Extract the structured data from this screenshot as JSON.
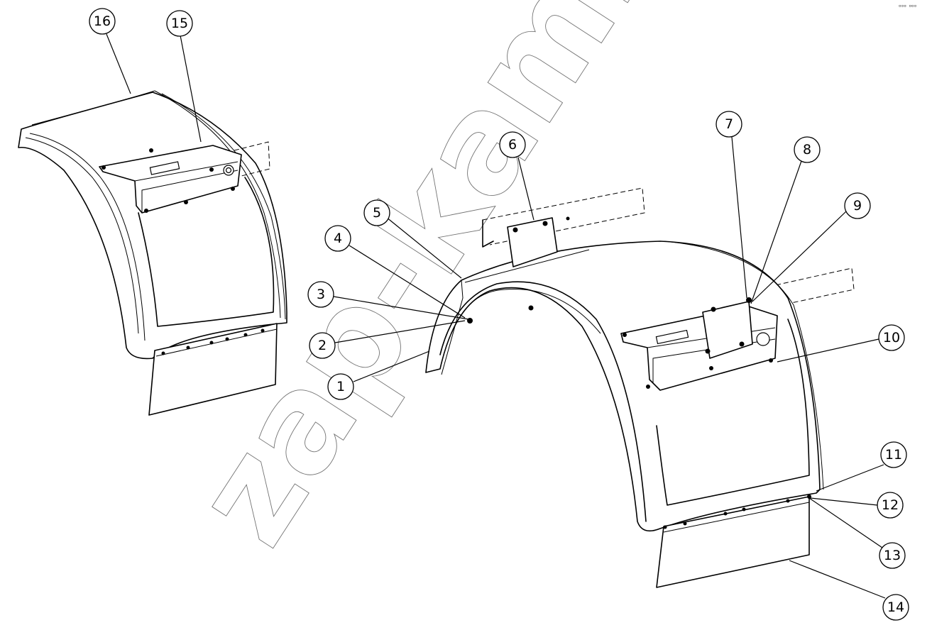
{
  "watermark": "zap-kam.ru",
  "corner_mark": "▫▫▫ ▫▫▫",
  "callouts": [
    {
      "id": "c1",
      "label": "1"
    },
    {
      "id": "c2",
      "label": "2"
    },
    {
      "id": "c3",
      "label": "3"
    },
    {
      "id": "c4",
      "label": "4"
    },
    {
      "id": "c5",
      "label": "5"
    },
    {
      "id": "c6",
      "label": "6"
    },
    {
      "id": "c7",
      "label": "7"
    },
    {
      "id": "c8",
      "label": "8"
    },
    {
      "id": "c9",
      "label": "9"
    },
    {
      "id": "c10",
      "label": "10"
    },
    {
      "id": "c11",
      "label": "11"
    },
    {
      "id": "c12",
      "label": "12"
    },
    {
      "id": "c13",
      "label": "13"
    },
    {
      "id": "c14",
      "label": "14"
    },
    {
      "id": "c15",
      "label": "15"
    },
    {
      "id": "c16",
      "label": "16"
    }
  ]
}
